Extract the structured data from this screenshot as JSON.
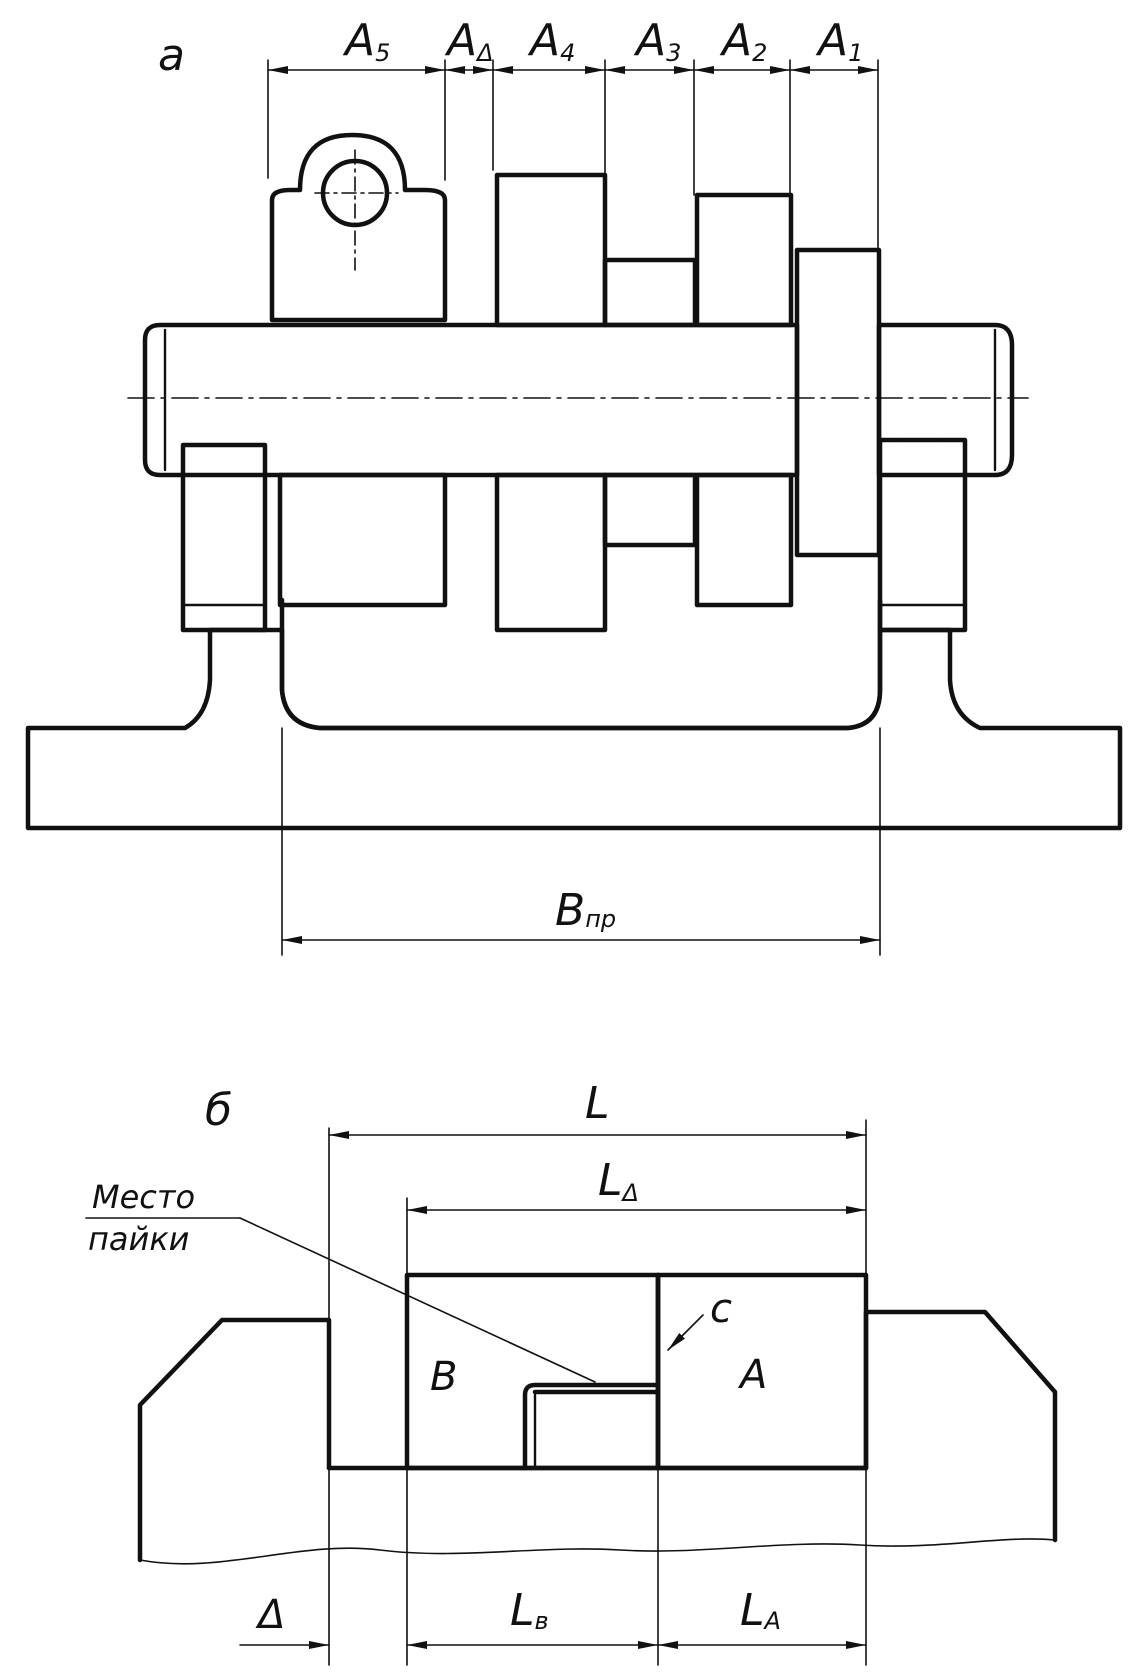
{
  "figure_a": {
    "label": "a",
    "dims": [
      {
        "main": "A",
        "sub": "5"
      },
      {
        "main": "A",
        "sub": "Δ"
      },
      {
        "main": "A",
        "sub": "4"
      },
      {
        "main": "A",
        "sub": "3"
      },
      {
        "main": "A",
        "sub": "2"
      },
      {
        "main": "A",
        "sub": "1"
      }
    ],
    "bottom_dim": {
      "main": "B",
      "sub": "пр"
    }
  },
  "figure_b": {
    "label": "б",
    "dim_L": "L",
    "dim_L_delta": {
      "main": "L",
      "sub": "Δ"
    },
    "note_line1": "Место",
    "note_line2": "пайки",
    "part_b_label": "B",
    "part_a_label": "A",
    "contact_label": "c",
    "gap_label": "Δ",
    "dim_LB": {
      "main": "L",
      "sub": "в"
    },
    "dim_LA": {
      "main": "L",
      "sub": "A"
    }
  }
}
